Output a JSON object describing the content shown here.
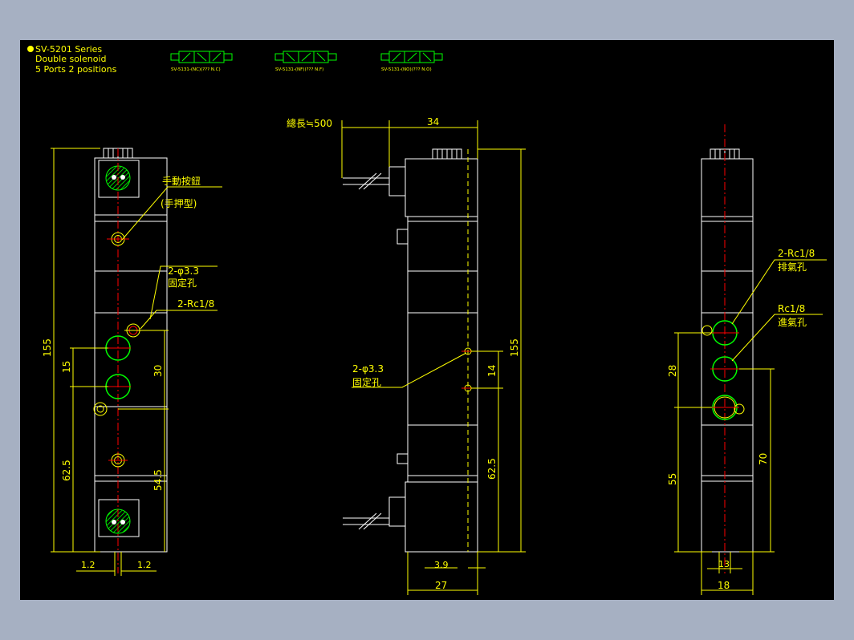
{
  "header": {
    "series": "SV-5201 Series",
    "type": "Double solenoid",
    "ports": "5 Ports 2 positions"
  },
  "symbols": [
    {
      "caption": "SV-5131-(NC)(???  N.C)"
    },
    {
      "caption": "SV-5131-(NF)(???  N.F)"
    },
    {
      "caption": "SV-5131-(NO)(???  N.O)"
    }
  ],
  "left_view": {
    "manual_button": "手動按鈕",
    "manual_button_type": "(手押型)",
    "mount_hole_qty": "2-φ3.3",
    "mount_hole_label": "固定孔",
    "port_label": "2-Rc1/8",
    "dims": {
      "overall_height": "155",
      "d15": "15",
      "d30": "30",
      "d62_5": "62.5",
      "d54_5": "54.5",
      "left_gap": "1.2",
      "right_gap": "1.2"
    }
  },
  "middle_view": {
    "cable_length": "總長≒500",
    "width_top": "34",
    "overall_height": "155",
    "mount_hole_qty": "2-φ3.3",
    "mount_hole_label": "固定孔",
    "d14": "14",
    "d62_5": "62.5",
    "d3_9": "3.9",
    "width_bottom": "27"
  },
  "right_view": {
    "exhaust_qty": "2-Rc1/8",
    "exhaust_label": "排氣孔",
    "inlet_size": "Rc1/8",
    "inlet_label": "進氣孔",
    "d28": "28",
    "d55": "55",
    "d70": "70",
    "d13": "13",
    "d18": "18"
  },
  "colors": {
    "background_window": "#a6b0c2",
    "canvas": "#000000",
    "outline": "#ffffff",
    "dimension": "#ffff00",
    "centerline": "#ff0000",
    "port": "#00ff00"
  }
}
